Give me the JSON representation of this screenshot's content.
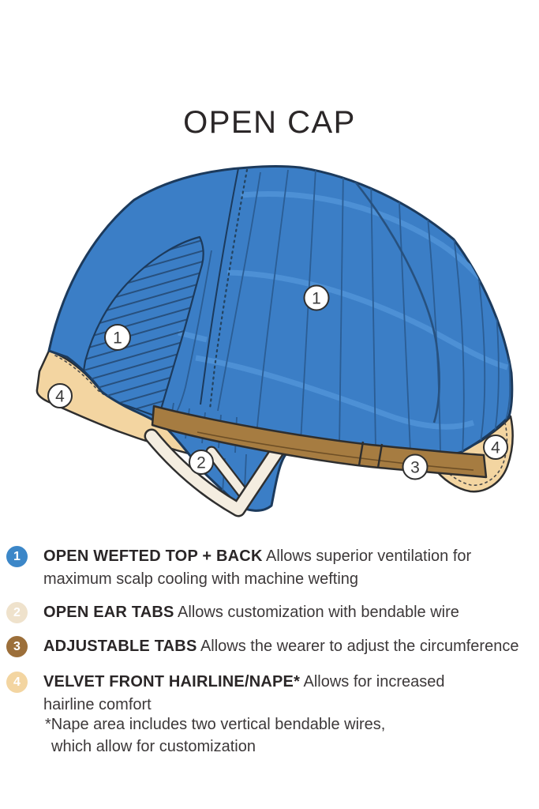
{
  "title": "OPEN CAP",
  "diagram": {
    "callouts": [
      {
        "label": "1"
      },
      {
        "label": "1"
      },
      {
        "label": "2"
      },
      {
        "label": "3"
      },
      {
        "label": "4"
      },
      {
        "label": "4"
      }
    ]
  },
  "legend": {
    "items": [
      {
        "number": "1",
        "color": "#3C87C8",
        "heading": "OPEN WEFTED TOP + BACK",
        "description": "Allows superior ventilation for\nmaximum scalp cooling with machine wefting"
      },
      {
        "number": "2",
        "color": "#EFE2CC",
        "heading": "OPEN EAR TABS",
        "description": "Allows customization with bendable wire"
      },
      {
        "number": "3",
        "color": "#9C6F3A",
        "heading": "ADJUSTABLE TABS",
        "description": "Allows the wearer to adjust the circumference"
      },
      {
        "number": "4",
        "color": "#F3D5A1",
        "heading": "VELVET FRONT HAIRLINE/NAPE*",
        "description": "Allows for increased\nhairline comfort"
      }
    ],
    "footnote": "*Nape area includes two vertical bendable wires,\nwhich allow for customization"
  },
  "colors": {
    "cap_blue": "#3B7EC6",
    "cap_band_light": "#4D90D5",
    "cap_weft_line": "#2B5D94",
    "cap_outline": "#1C3A5C",
    "velvet_tan": "#F3D5A1",
    "ear_tab_cream": "#F4EDE0",
    "strap_brown": "#A67C41",
    "stitch_gray": "#4a4a4a",
    "text_dark": "#2E2A2B"
  }
}
